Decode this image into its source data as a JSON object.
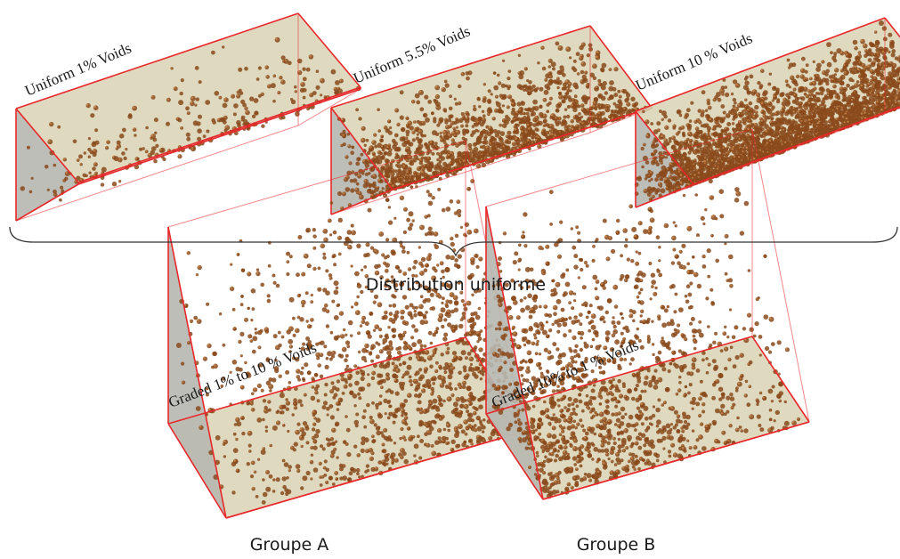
{
  "colors": {
    "edge": "#e8282a",
    "face_top": "#d9d3b4",
    "face_front": "#c2c2bc",
    "face_end": "#b7b7b0",
    "particle": "#8a4a1c",
    "particle_highlight": "#c98a4c"
  },
  "boxes": [
    {
      "id": "uniform-1",
      "label": "Uniform 1% Voids",
      "void_percent_start": 1,
      "void_percent_end": 1
    },
    {
      "id": "uniform-5-5",
      "label": "Uniform 5.5% Voids",
      "void_percent_start": 5.5,
      "void_percent_end": 5.5
    },
    {
      "id": "uniform-10",
      "label": "Uniform 10 % Voids",
      "void_percent_start": 10,
      "void_percent_end": 10
    },
    {
      "id": "graded-a",
      "label": "Graded 1%  to 10 % Voids",
      "void_percent_start": 1,
      "void_percent_end": 10
    },
    {
      "id": "graded-b",
      "label": "Graded 10% to 1 % Voids",
      "void_percent_start": 10,
      "void_percent_end": 1
    }
  ],
  "captions": {
    "distribution": "Distribution uniforme",
    "group_a": "Groupe A",
    "group_b": "Groupe B"
  }
}
